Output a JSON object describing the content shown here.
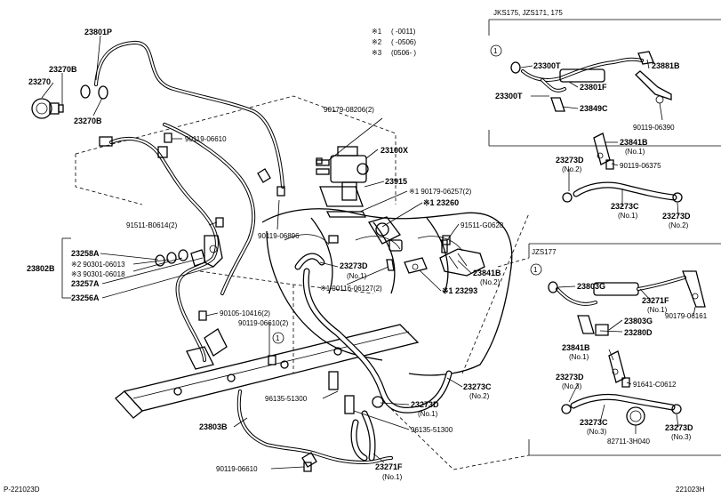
{
  "footer": {
    "left_code": "P-221023D",
    "right_code": "221023H"
  },
  "legend": [
    {
      "mark": "※1",
      "text": "(     -0011)"
    },
    {
      "mark": "※2",
      "text": "(     -0506)"
    },
    {
      "mark": "※3",
      "text": "(0506-     )"
    }
  ],
  "sections": {
    "top_right_header": "JKS175, JZS171, 175",
    "mid_right_header": "JZS177"
  },
  "circle_ref": "1",
  "labels": {
    "p23801P": "23801P",
    "p23270B_top": "23270B",
    "p23270": "23270",
    "p23270B_bot": "23270B",
    "p90119_06610_a": "90119-06610",
    "p90179_08206": "90179-08206(2)",
    "p23100X": "23100X",
    "p23915": "23915",
    "p90179_06257": "※1 90179-06257(2)",
    "p23260": "※1 23260",
    "p91511_B0614": "91511-B0614(2)",
    "p90119_06896": "90119-06896",
    "p91511_G0628": "91511-G0628",
    "p23258A": "23258A",
    "p90301_06013": "※2 90301-06013",
    "p90301_06018": "※3 90301-06018",
    "p23802B": "23802B",
    "p23257A": "23257A",
    "p23256A": "23256A",
    "p23273D_a": "23273D",
    "p23273D_a_note": "(No.1)",
    "p23841B_a": "23841B",
    "p23841B_a_note": "(No.2)",
    "p90116_06127": "※1 90116-06127(2)",
    "p23293": "※1 23293",
    "p90105_10416": "90105-10416(2)",
    "p90119_06610_b": "90119-06610(2)",
    "p23273C_a": "23273C",
    "p23273C_a_note": "(No.2)",
    "p96135_51300_a": "96135-51300",
    "p23273D_b": "23273D",
    "p23273D_b_note": "(No.1)",
    "p96135_51300_b": "96135-51300",
    "p23803B": "23803B",
    "p90119_06610_c": "90119-06610",
    "p23271F_a": "23271F",
    "p23271F_a_note": "(No.1)",
    "p23300T_a": "23300T",
    "p23881B": "23881B",
    "p23801F": "23801F",
    "p23300T_b": "23300T",
    "p23849C": "23849C",
    "p90119_06390": "90119-06390",
    "p23841B_b": "23841B",
    "p23841B_b_note": "(No.1)",
    "p23273D_c": "23273D",
    "p23273D_c_note": "(No.2)",
    "p90119_06375": "90119-06375",
    "p23273C_b": "23273C",
    "p23273C_b_note": "(No.1)",
    "p23273D_d": "23273D",
    "p23273D_d_note": "(No.2)",
    "p23803G_a": "23803G",
    "p23271F_b": "23271F",
    "p23271F_b_note": "(No.1)",
    "p90179_06161": "90179-06161",
    "p23803G_b": "23803G",
    "p23280D": "23280D",
    "p23841B_c": "23841B",
    "p23841B_c_note": "(No.1)",
    "p23273D_e": "23273D",
    "p23273D_e_note": "(No.3)",
    "p91641_C0612": "91641-C0612",
    "p23273C_c": "23273C",
    "p23273C_c_note": "(No.3)",
    "p23273D_f": "23273D",
    "p23273D_f_note": "(No.3)",
    "p82711_3H040": "82711-3H040"
  }
}
